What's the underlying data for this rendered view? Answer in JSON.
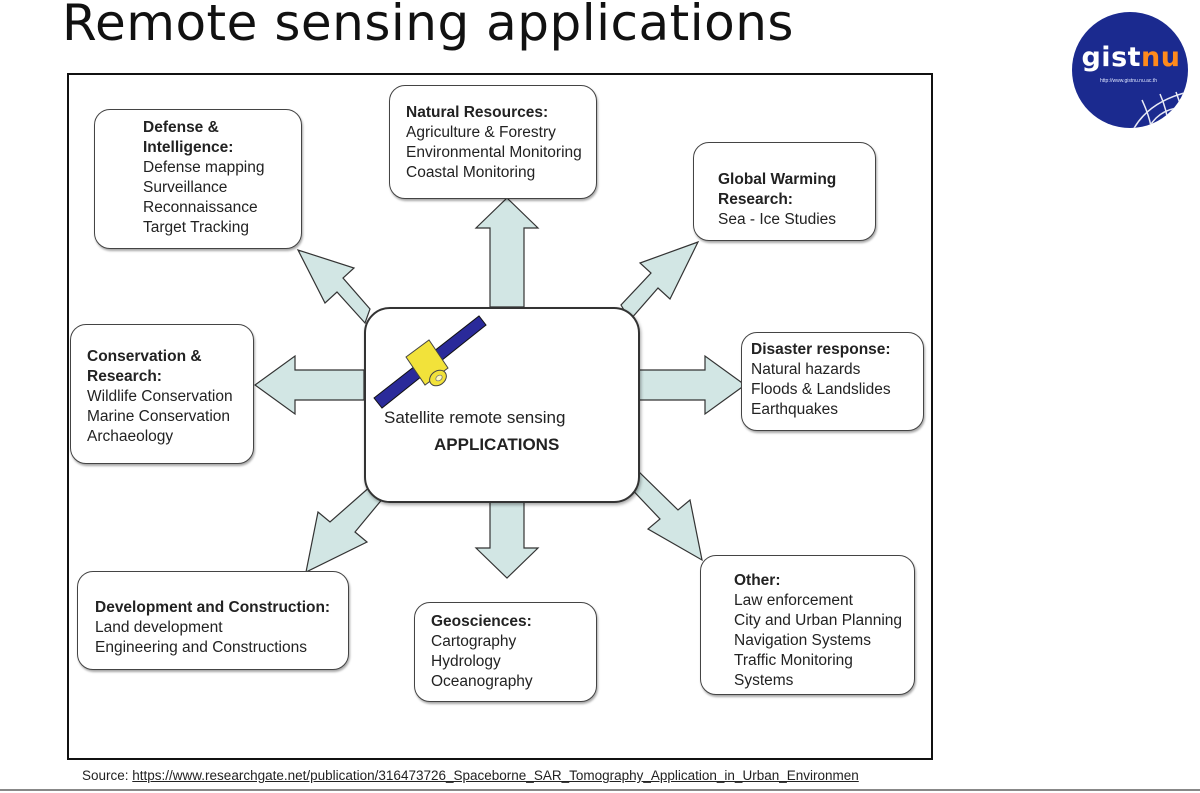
{
  "title": "Remote sensing applications",
  "logo": {
    "text_main": "gist",
    "text_accent": "nu",
    "url": "http://www.gistnu.nu.ac.th"
  },
  "center": {
    "line1": "Satellite remote sensing",
    "line2": "APPLICATIONS"
  },
  "boxes": {
    "defense": {
      "heading": "Defense &\nIntelligence:",
      "items": [
        "Defense mapping",
        "Surveillance",
        "Reconnaissance",
        "Target Tracking"
      ]
    },
    "natural": {
      "heading": "Natural Resources:",
      "items": [
        "Agriculture & Forestry",
        "Environmental Monitoring",
        "Coastal Monitoring"
      ]
    },
    "warming": {
      "heading": "Global Warming\nResearch:",
      "items": [
        "Sea - Ice Studies"
      ]
    },
    "conservation": {
      "heading": "Conservation &\nResearch:",
      "items": [
        "Wildlife Conservation",
        "Marine Conservation",
        "Archaeology"
      ]
    },
    "disaster": {
      "heading": "Disaster response:",
      "items": [
        "Natural hazards",
        "Floods & Landslides",
        "Earthquakes"
      ]
    },
    "development": {
      "heading": "Development and Construction:",
      "items": [
        "Land development",
        "Engineering and Constructions"
      ]
    },
    "geosciences": {
      "heading": "Geosciences:",
      "items": [
        "Cartography",
        "Hydrology",
        "Oceanography"
      ]
    },
    "other": {
      "heading": "Other:",
      "items": [
        "Law enforcement",
        "City and Urban Planning",
        "Navigation Systems",
        "Traffic Monitoring",
        "Systems"
      ]
    }
  },
  "source": {
    "label": "Source: ",
    "link": "https://www.researchgate.net/publication/316473726_Spaceborne_SAR_Tomography_Application_in_Urban_Environmen"
  },
  "colors": {
    "arrow_fill": "#d2e6e4",
    "arrow_stroke": "#333333",
    "satellite_body": "#f2e23a",
    "satellite_panel": "#2a2a9a",
    "logo_bg": "#1b2a8f",
    "logo_accent": "#ff8a1c"
  }
}
